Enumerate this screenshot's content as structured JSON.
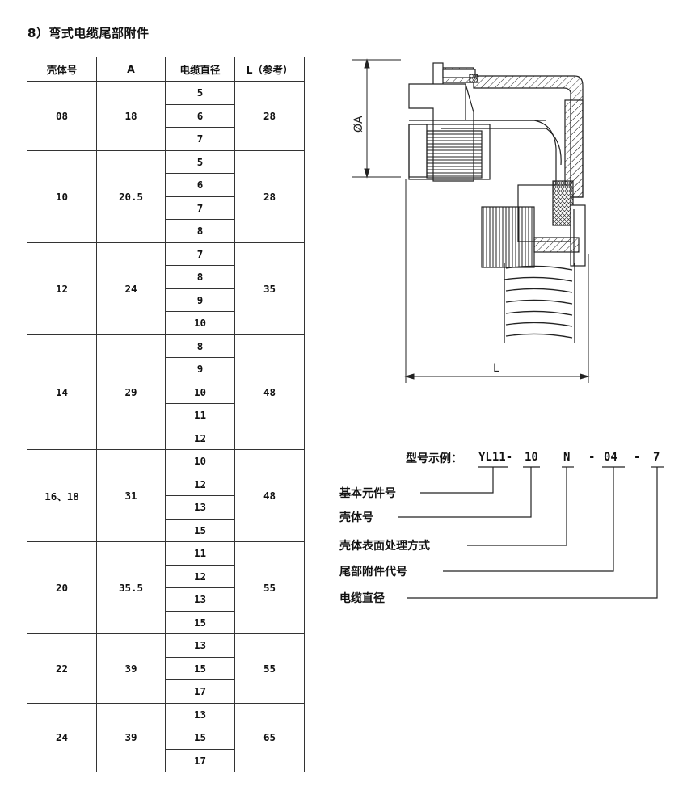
{
  "title": "8）弯式电缆尾部附件",
  "table": {
    "headers": [
      "壳体号",
      "A",
      "电缆直径",
      "L（参考）"
    ],
    "groups": [
      {
        "shell": "08",
        "a": "18",
        "diameters": [
          "5",
          "6",
          "7"
        ],
        "l": "28"
      },
      {
        "shell": "10",
        "a": "20.5",
        "diameters": [
          "5",
          "6",
          "7",
          "8"
        ],
        "l": "28"
      },
      {
        "shell": "12",
        "a": "24",
        "diameters": [
          "7",
          "8",
          "9",
          "10"
        ],
        "l": "35"
      },
      {
        "shell": "14",
        "a": "29",
        "diameters": [
          "8",
          "9",
          "10",
          "11",
          "12"
        ],
        "l": "48"
      },
      {
        "shell": "16、18",
        "a": "31",
        "diameters": [
          "10",
          "12",
          "13",
          "15"
        ],
        "l": "48"
      },
      {
        "shell": "20",
        "a": "35.5",
        "diameters": [
          "11",
          "12",
          "13",
          "15"
        ],
        "l": "55"
      },
      {
        "shell": "22",
        "a": "39",
        "diameters": [
          "13",
          "15",
          "17"
        ],
        "l": "55"
      },
      {
        "shell": "24",
        "a": "39",
        "diameters": [
          "13",
          "15",
          "17"
        ],
        "l": "65"
      }
    ]
  },
  "drawing": {
    "dim_a_label": "ØA",
    "dim_l_label": "L"
  },
  "example": {
    "prefix": "型号示例：",
    "parts": [
      "YL11-",
      "10",
      "N",
      "-",
      "04",
      "-",
      "7"
    ],
    "legend": [
      "基本元件号",
      "壳体号",
      "壳体表面处理方式",
      "尾部附件代号",
      "电缆直径"
    ]
  }
}
